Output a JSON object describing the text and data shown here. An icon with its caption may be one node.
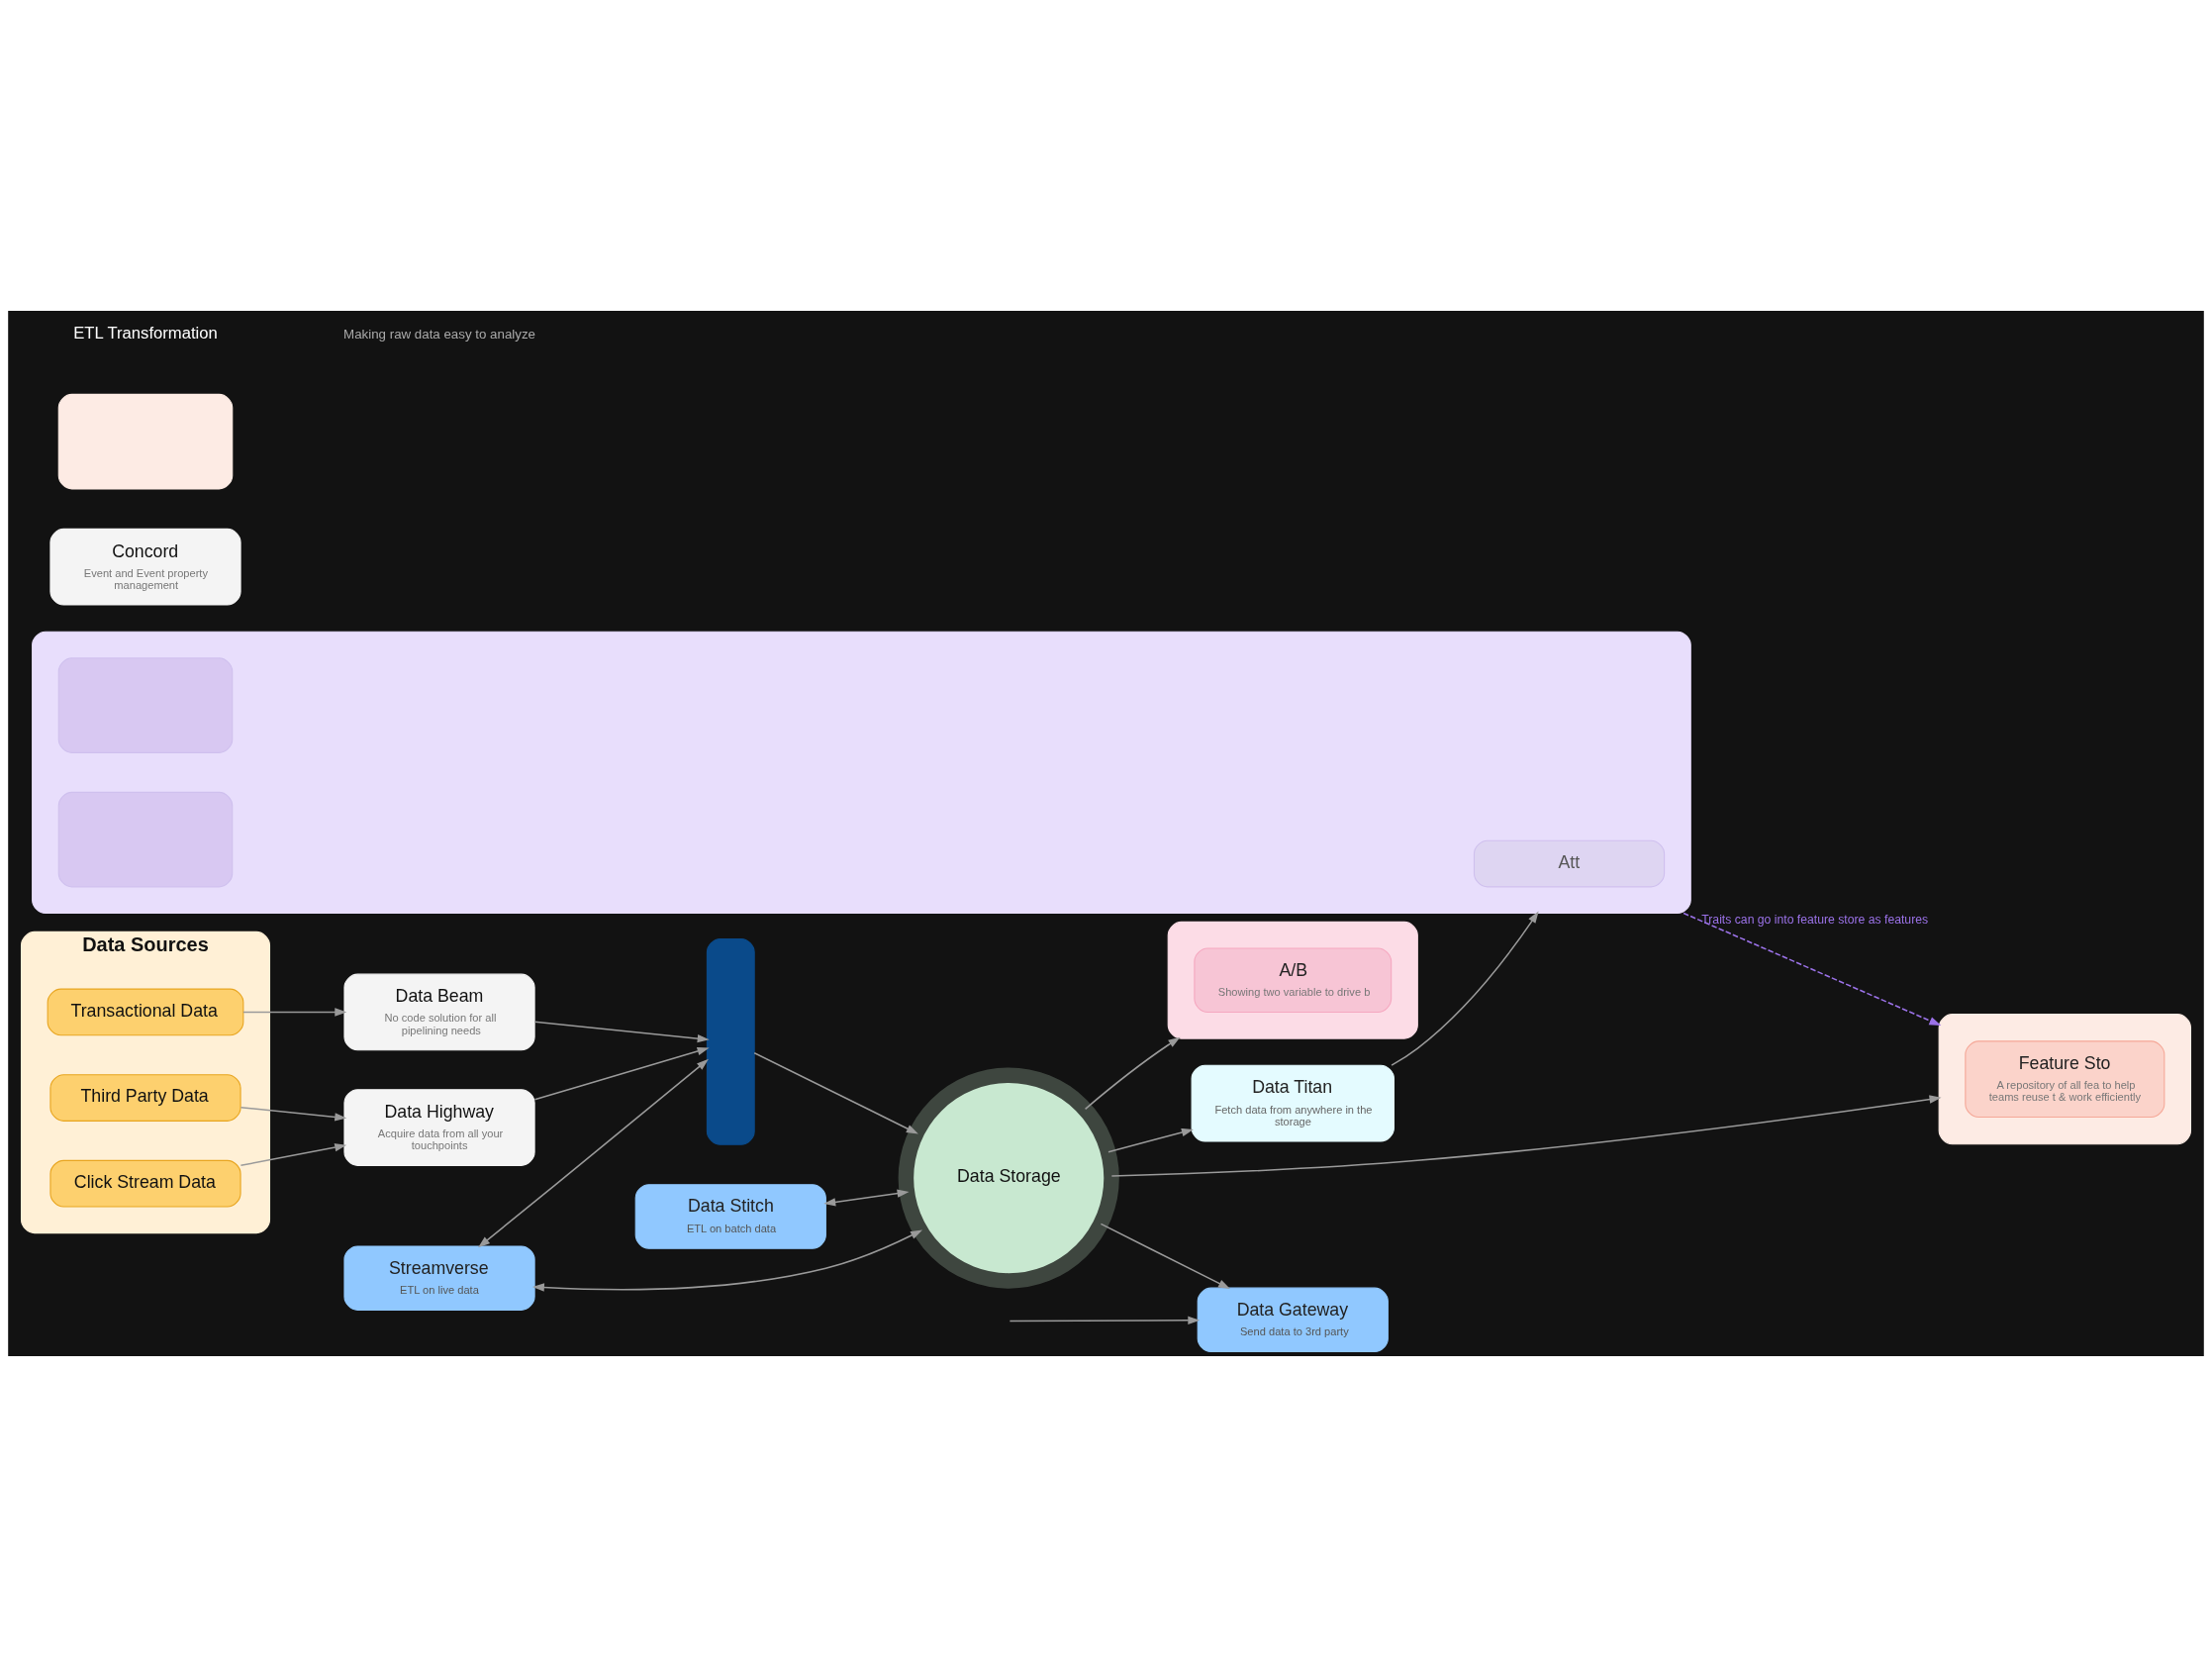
{
  "diagram": {
    "nodes": [
      {
        "text": [
          "Data Sources"
        ]
      },
      {
        "text": [
          "Click Stream Data"
        ],
        "in": 0
      },
      {
        "text": [
          "Third Party Data"
        ],
        "in": 0
      },
      {
        "text": [
          "Transactional Data"
        ],
        "in": 0
      },
      {
        "text": [
          "Concord",
          "Event and Event property management"
        ]
      },
      {
        "text": [
          "Data Highway",
          "Acquire data from all your touchpoints"
        ]
      },
      {
        "text": [
          "Data Beam",
          "No code solution for all pipelining needs"
        ]
      },
      {
        "text": [],
        "shape": "bar"
      },
      {
        "text": [
          "Streamverse",
          "ETL on live data"
        ]
      },
      {
        "text": [
          "Data Gateway",
          "Send data to 3rd party"
        ]
      },
      {
        "text": [
          "Data Stitch",
          "ETL on batch data"
        ]
      },
      {
        "text": [
          "Data Storage"
        ]
      },
      {
        "text": [
          "Data Titan",
          "Fetch data from anywhere in the storage"
        ]
      },
      {
        "text": [],
        "shape": "box"
      },
      {
        "text": [],
        "shape": "box"
      },
      {
        "text": [
          "Feature Sto",
          "A repository of all fea to help teams reuse t & work efficiently"
        ],
        "in": 14
      },
      {
        "text": [],
        "shape": "box"
      },
      {
        "text": [
          "A/B",
          "Showing two variable to drive b"
        ],
        "in": 16
      },
      {
        "text": [],
        "shape": "box"
      },
      {
        "text": [
          "Att"
        ],
        "in": 18
      },
      {
        "text": [],
        "shape": "box",
        "in": 18
      },
      {
        "text": [],
        "shape": "box",
        "in": 18
      }
    ],
    "edges": [
      {
        "from": 1,
        "to": 5,
        "arrow": "to"
      },
      {
        "from": 2,
        "to": 5,
        "arrow": "to"
      },
      {
        "from": 3,
        "to": 6,
        "arrow": "to"
      },
      {
        "from": 5,
        "to": 7,
        "arrow": "to"
      },
      {
        "from": 6,
        "to": 7,
        "arrow": "to"
      },
      {
        "from": 7,
        "to": 11,
        "arrow": "to"
      },
      {
        "from": 8,
        "to": 7,
        "arrow": "both"
      },
      {
        "from": 8,
        "to": 11,
        "arrow": "both"
      },
      {
        "from": 11,
        "to": 9,
        "arrow": "to"
      },
      {
        "from": 10,
        "to": 11,
        "arrow": "both"
      },
      {
        "from": null,
        "to": 9,
        "arrow": "to"
      },
      {
        "from": 11,
        "to": 12,
        "arrow": "to"
      },
      {
        "from": 11,
        "to": 14,
        "arrow": "to"
      },
      {
        "from": 11,
        "to": 16,
        "arrow": "to"
      },
      {
        "from": 12,
        "to": 18,
        "arrow": "to"
      },
      {
        "from": 18,
        "to": 14,
        "arrow": "to",
        "style": "dashed",
        "color": "#9b72e8",
        "label": "Traits can go into feature store as features"
      }
    ],
    "labels": [
      "ETL Transformation",
      "Making raw data easy to analyze"
    ]
  }
}
